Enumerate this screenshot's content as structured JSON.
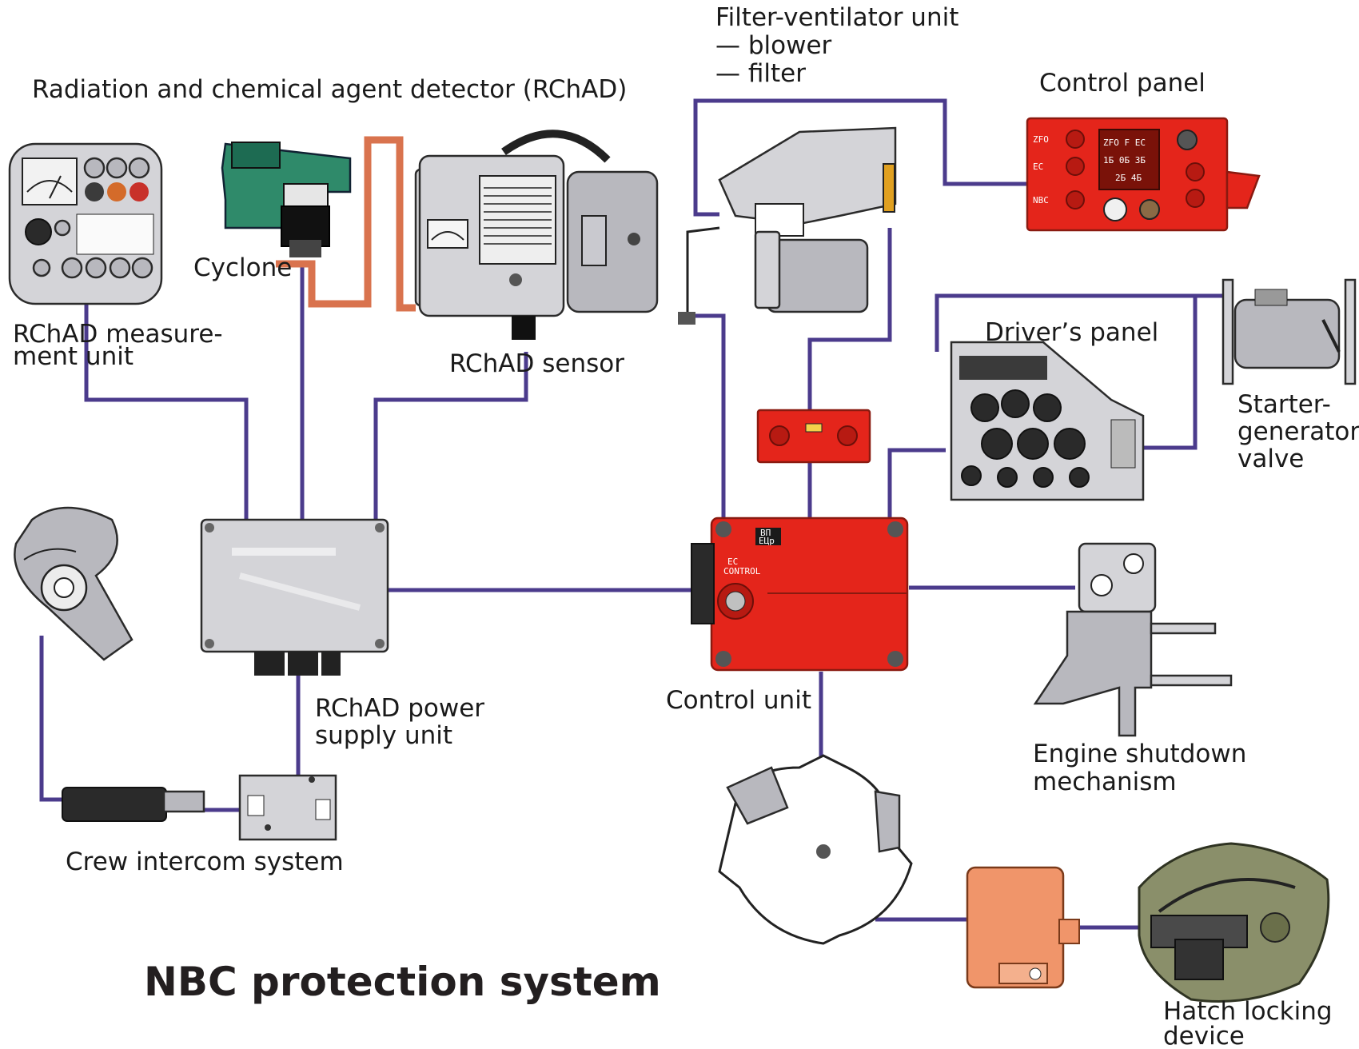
{
  "title": "NBC protection system",
  "labels": {
    "rchad": "Radiation and chemical agent detector  (RChAD)",
    "filter_unit": "Filter-ventilator unit",
    "blower": "— blower",
    "filter": "— filter",
    "control_panel": "Control panel",
    "cyclone": "Cyclone",
    "measurement_unit_1": "RChAD measure-",
    "measurement_unit_2": "ment unit",
    "rchad_sensor": "RChAD sensor",
    "drivers_panel": "Driver’s panel",
    "starter_1": "Starter-",
    "starter_2": "generator",
    "starter_3": "valve",
    "power_supply_1": "RChAD power",
    "power_supply_2": "supply unit",
    "control_unit": "Control unit",
    "engine_1": "Engine shutdown",
    "engine_2": "mechanism",
    "intercom": "Crew intercom system",
    "hatch_1": "Hatch locking",
    "hatch_2": "device"
  },
  "panel_markings": {
    "cp_left_1": "ΖFO",
    "cp_left_2": "ЕС",
    "cp_left_3": "NBC",
    "cp_display_1": "ΖFO  F  ЕС",
    "cp_display_2": "1Б  0Б  3Б",
    "cp_display_3": "2Б  4Б",
    "cu_tag_1": "ВП",
    "cu_tag_2": "ЕЦр",
    "cu_label_1": "ЕС",
    "cu_label_2": "CONTROL"
  },
  "colors": {
    "wire": "#4b3b8c",
    "red_unit": "#e4251b",
    "pipe": "#d9734e",
    "hatch": "#8a8f6a",
    "relay": "#f0956a"
  }
}
